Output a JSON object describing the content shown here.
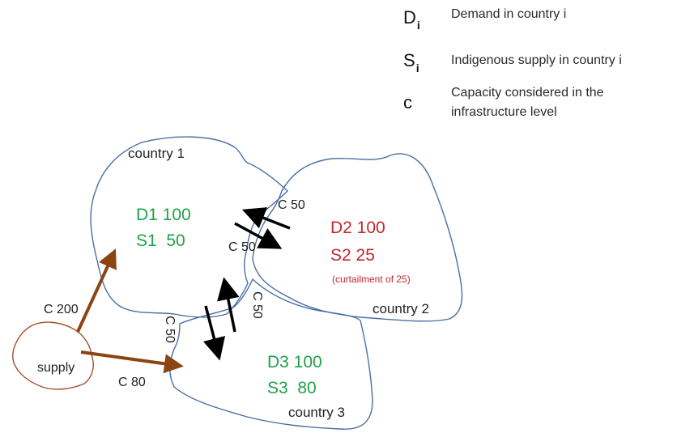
{
  "legend": {
    "demand": {
      "symbol": "D",
      "subscript": "i",
      "description": "Demand in country i"
    },
    "supply": {
      "symbol": "S",
      "subscript": "i",
      "description": "Indigenous supply in country i"
    },
    "capacity": {
      "symbol": "c",
      "description_line1": "Capacity considered in the",
      "description_line2": "infrastructure level"
    }
  },
  "colors": {
    "region_outline": "#4a6fa5",
    "supply_outline": "#a0522d",
    "supply_arrow": "#8b4513",
    "flow_arrow": "#000000",
    "balanced": "#1fa14a",
    "deficit": "#c0282d"
  },
  "countries": {
    "country1": {
      "name": "country 1",
      "demand": "D1 100",
      "supply": "S1  50"
    },
    "country2": {
      "name": "country 2",
      "demand": "D2 100",
      "supply": "S2 25",
      "note": "(curtailment of 25)"
    },
    "country3": {
      "name": "country 3",
      "demand": "D3 100",
      "supply": "S3  80"
    }
  },
  "supply_node": {
    "name": "supply"
  },
  "capacities": {
    "supply_to_c1": "C 200",
    "supply_to_c3": "C 80",
    "c2_to_c1": "C 50",
    "c1_to_c2": "C 50",
    "c1_to_c3": "C 50",
    "c3_to_c1": "C 50"
  }
}
